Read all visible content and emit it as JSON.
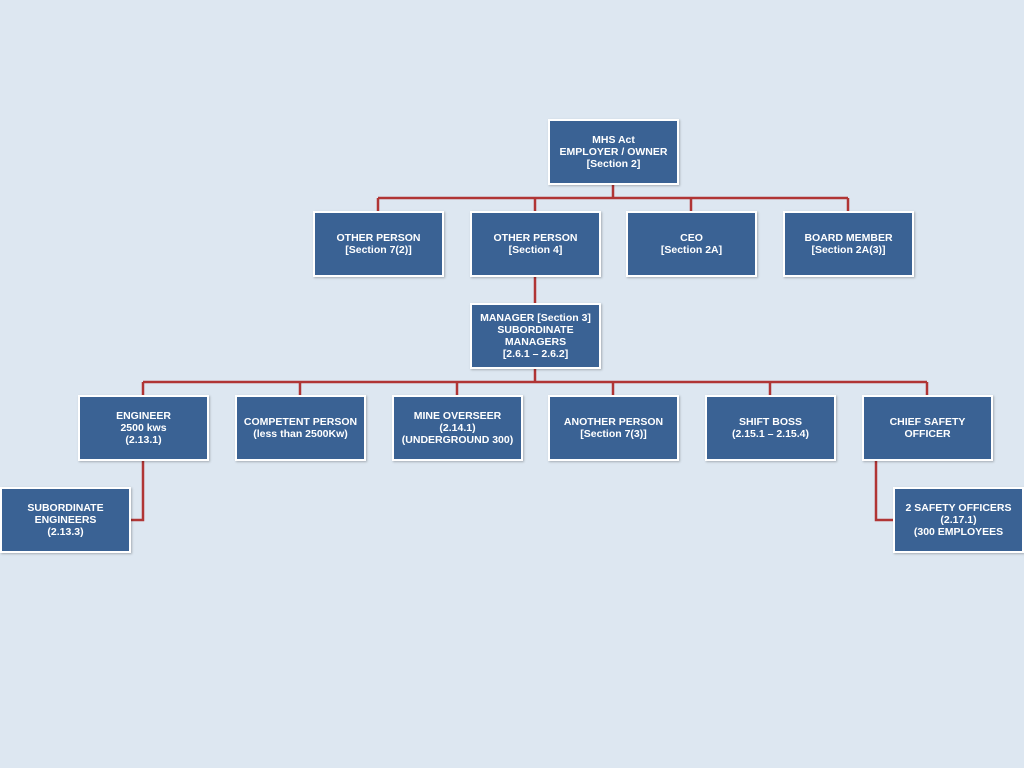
{
  "colors": {
    "background": "#dde7f1",
    "box_fill": "#3a6294",
    "box_border": "#ffffff",
    "connector": "#b03535",
    "text": "#ffffff"
  },
  "nodes": {
    "employer_owner": [
      "MHS Act",
      "EMPLOYER / OWNER",
      "[Section 2]"
    ],
    "other_person_7_2": [
      "OTHER PERSON",
      "[Section 7(2)]"
    ],
    "other_person_4": [
      "OTHER PERSON",
      "[Section 4]"
    ],
    "ceo": [
      "CEO",
      "[Section 2A]"
    ],
    "board_member": [
      "BOARD MEMBER",
      "[Section 2A(3)]"
    ],
    "manager": [
      "MANAGER [Section 3]",
      "SUBORDINATE",
      "MANAGERS",
      "[2.6.1 – 2.6.2]"
    ],
    "engineer": [
      "ENGINEER",
      "2500 kws",
      "(2.13.1)"
    ],
    "competent_person": [
      "COMPETENT PERSON",
      "(less than 2500Kw)"
    ],
    "mine_overseer": [
      "MINE OVERSEER",
      "(2.14.1)",
      "(UNDERGROUND 300)"
    ],
    "another_person": [
      "ANOTHER PERSON",
      "[Section 7(3)]"
    ],
    "shift_boss": [
      "SHIFT BOSS",
      "(2.15.1 – 2.15.4)"
    ],
    "chief_safety_officer": [
      "CHIEF SAFETY",
      "OFFICER"
    ],
    "subordinate_engineers": [
      "SUBORDINATE",
      "ENGINEERS",
      "(2.13.3)"
    ],
    "safety_officers": [
      "2  SAFETY OFFICERS",
      "(2.17.1)",
      "(300 EMPLOYEES"
    ]
  }
}
